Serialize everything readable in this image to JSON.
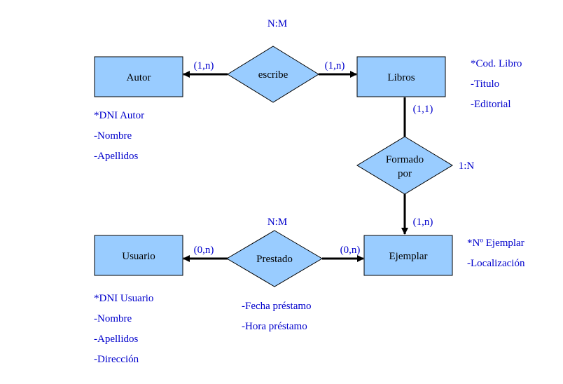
{
  "colors": {
    "shape_fill": "#99ccff",
    "line": "#000000",
    "annotation": "#0000cc"
  },
  "entities": {
    "autor": "Autor",
    "libros": "Libros",
    "usuario": "Usuario",
    "ejemplar": "Ejemplar"
  },
  "relationships": {
    "escribe": [
      "escribe"
    ],
    "formado_por": [
      "Formado",
      "por"
    ],
    "prestado": [
      "Prestado"
    ]
  },
  "cardinalities": {
    "escribe_type": "N:M",
    "escribe_autor": "(1,n)",
    "escribe_libros": "(1,n)",
    "formado_type": "1:N",
    "formado_libros": "(1,1)",
    "formado_ejemplar": "(1,n)",
    "prestado_type": "N:M",
    "prestado_usuario": "(0,n)",
    "prestado_ejemplar": "(0,n)"
  },
  "attributes": {
    "autor": [
      "*DNI Autor",
      "-Nombre",
      "-Apellidos"
    ],
    "libros": [
      "*Cod. Libro",
      "-Titulo",
      "-Editorial"
    ],
    "ejemplar": [
      "*Nº Ejemplar",
      "-Localización"
    ],
    "usuario": [
      "*DNI Usuario",
      "-Nombre",
      "-Apellidos",
      "-Dirección"
    ],
    "prestado": [
      "-Fecha préstamo",
      "-Hora préstamo"
    ]
  }
}
